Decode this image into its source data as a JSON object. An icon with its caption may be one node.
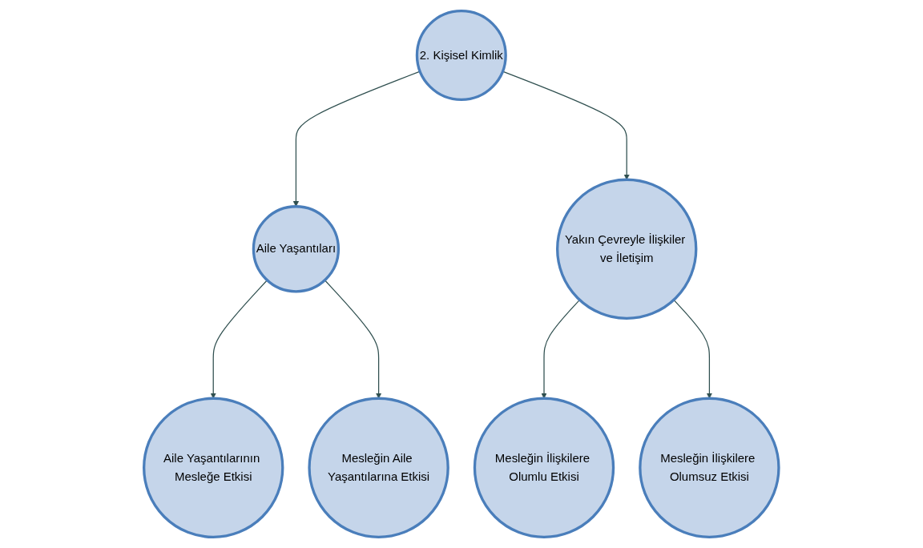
{
  "diagram": {
    "nodes": [
      {
        "text": [
          "2. Kişisel Kimlik"
        ]
      },
      {
        "text": [
          "Aile Yaşantıları"
        ]
      },
      {
        "text": [
          "Yakın Çevreyle İlişkiler ve İletişim"
        ]
      },
      {
        "text": [
          "Aile Yaşantılarının Mesleğe Etkisi"
        ]
      },
      {
        "text": [
          "Mesleğin Aile Yaşantılarına Etkisi"
        ]
      },
      {
        "text": [
          "Mesleğin İlişkilere Olumlu Etkisi"
        ]
      },
      {
        "text": [
          "Mesleğin İlişkilere Olumsuz Etkisi"
        ]
      }
    ],
    "edges": [
      {
        "from": 0,
        "to": 1,
        "arrow": "to"
      },
      {
        "from": 0,
        "to": 2,
        "arrow": "to"
      },
      {
        "from": 1,
        "to": 3,
        "arrow": "to"
      },
      {
        "from": 1,
        "to": 4,
        "arrow": "to"
      },
      {
        "from": 2,
        "to": 5,
        "arrow": "to"
      },
      {
        "from": 2,
        "to": 6,
        "arrow": "to"
      }
    ]
  }
}
